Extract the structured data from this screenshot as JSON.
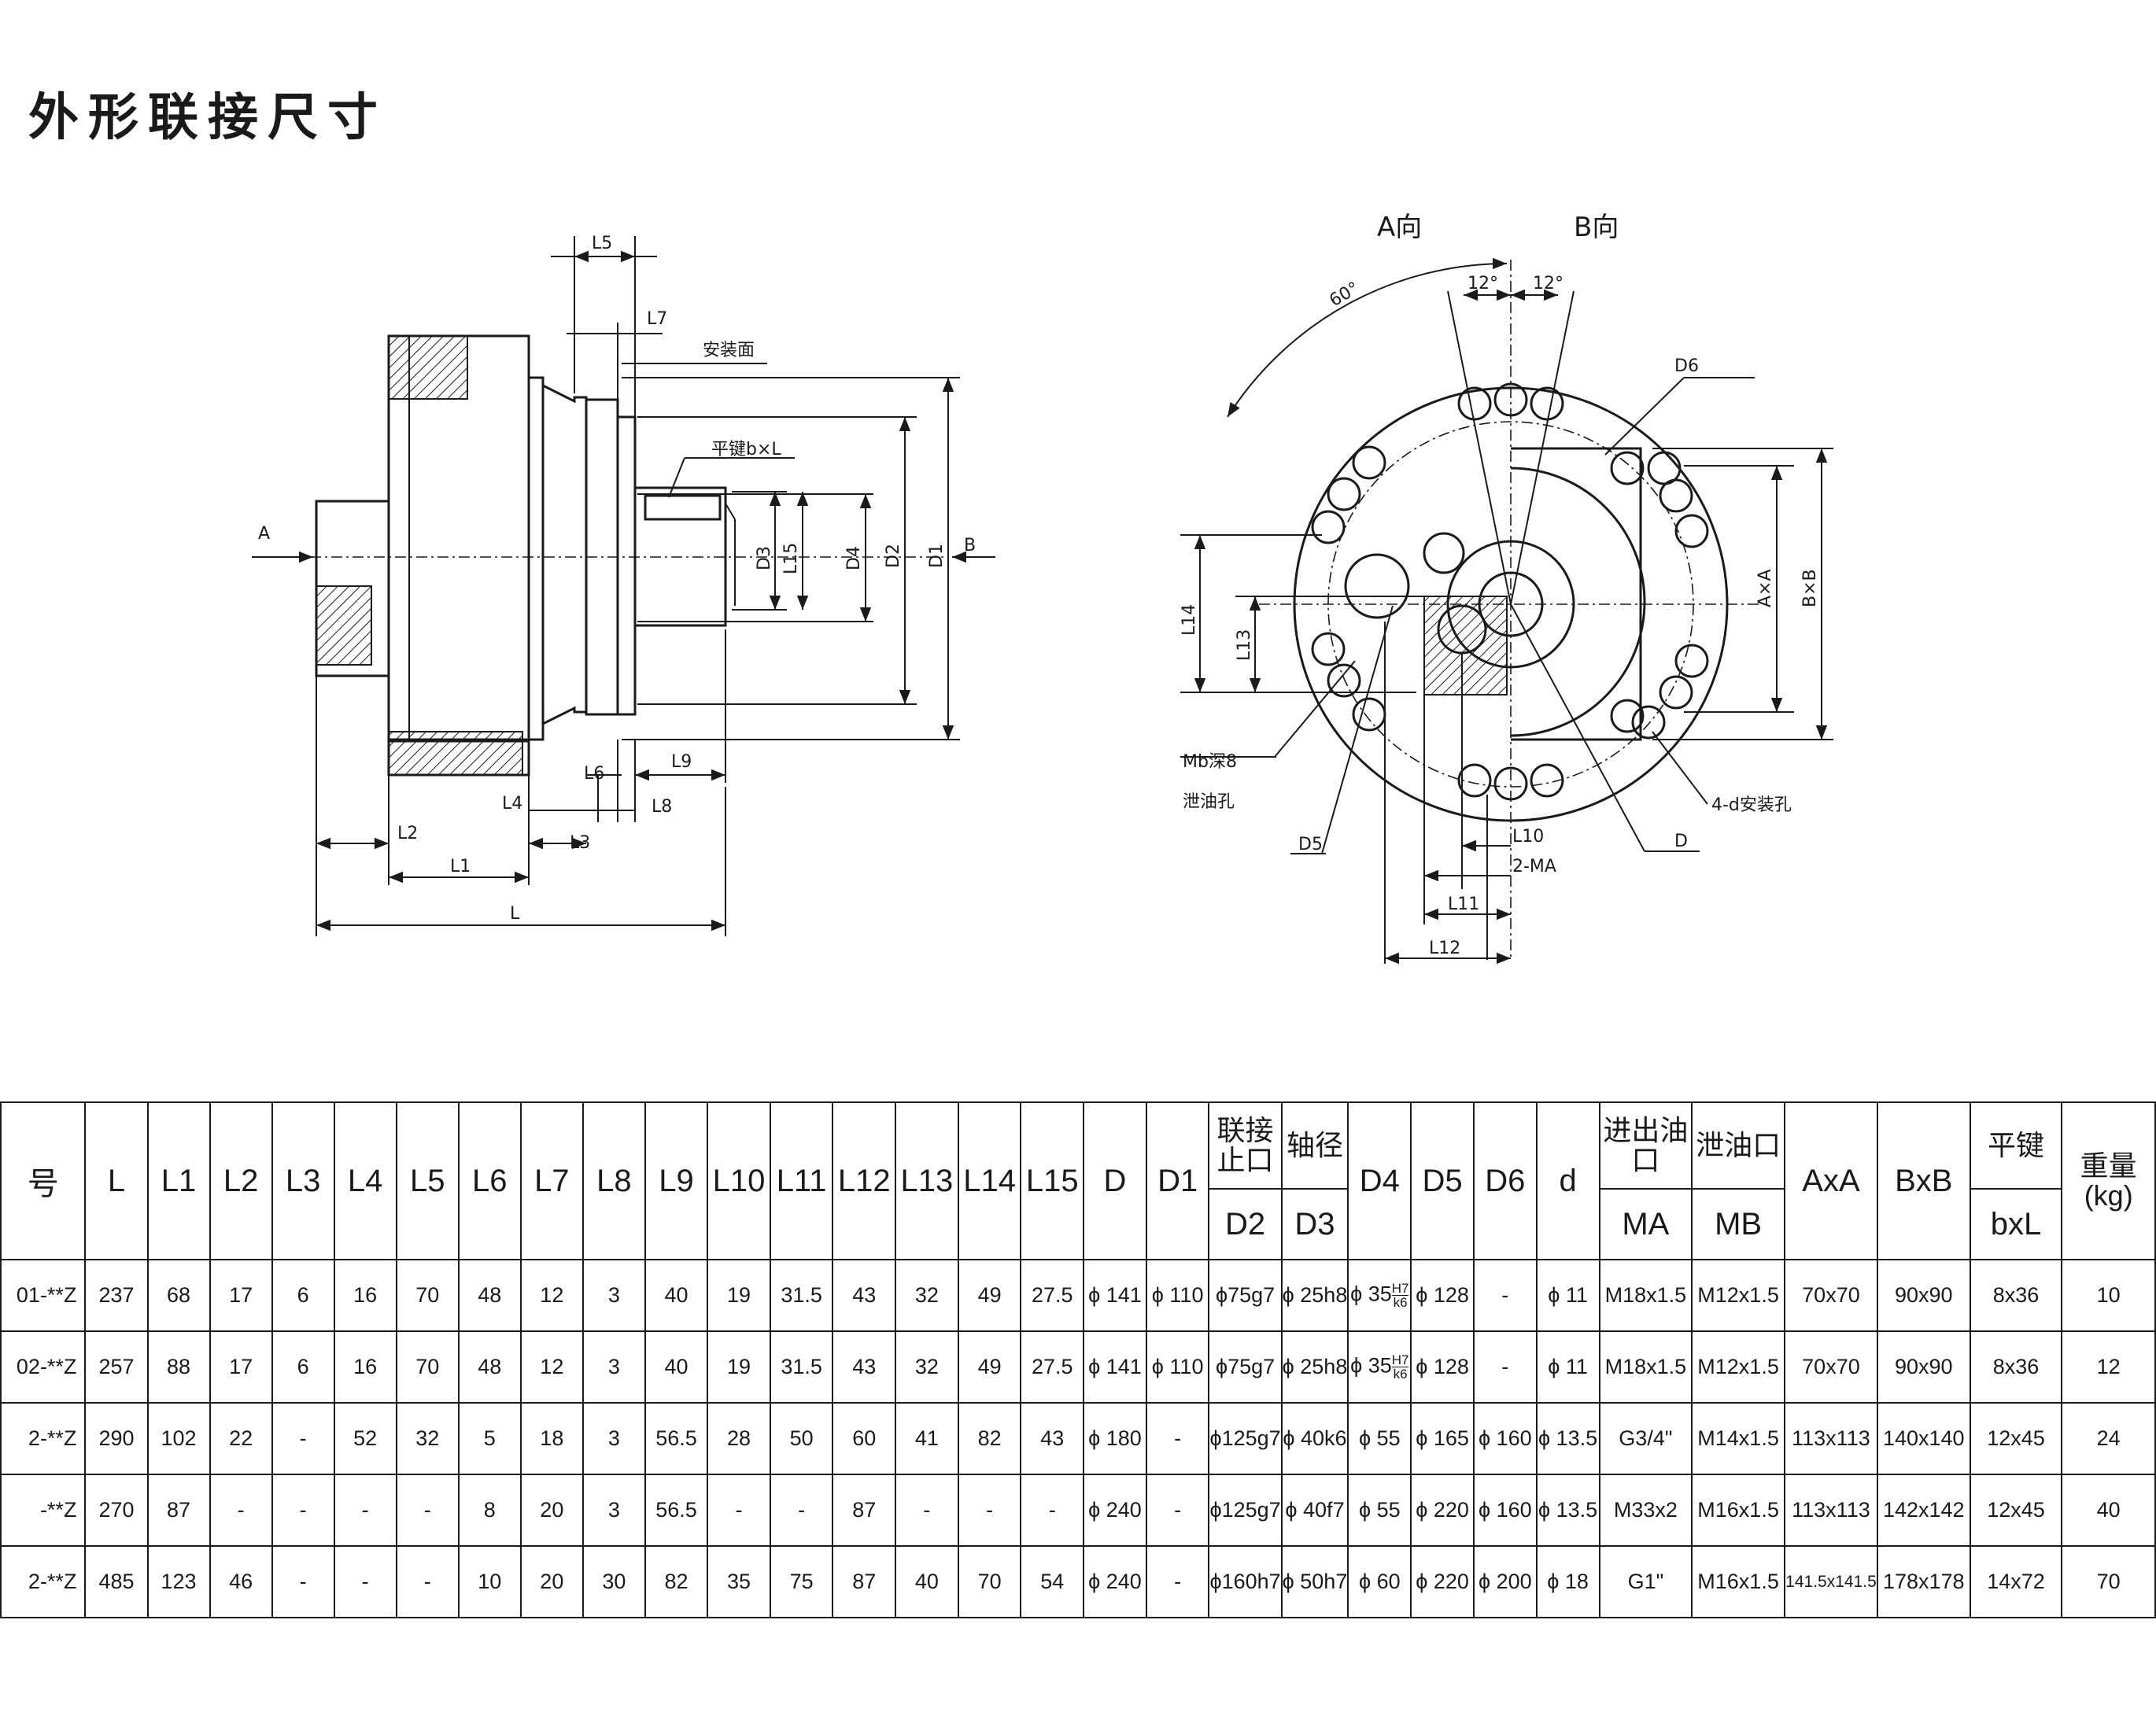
{
  "title": "外形联接尺寸",
  "side_view": {
    "labels": {
      "A": "A",
      "B": "B",
      "L": "L",
      "L1": "L1",
      "L2": "L2",
      "L3": "L3",
      "L4": "L4",
      "L5": "L5",
      "L6": "L6",
      "L7": "L7",
      "L8": "L8",
      "L9": "L9",
      "D": "D",
      "D1": "D1",
      "D2": "D2",
      "D3": "D3",
      "D4": "D4",
      "L15": "L15",
      "mount_face": "安装面",
      "key": "平键b×L"
    }
  },
  "front_view": {
    "labels": {
      "dir_A": "A向",
      "dir_B": "B向",
      "angle_60": "60°",
      "angle_12a": "12°",
      "angle_12b": "12°",
      "D6": "D6",
      "AxA": "A×A",
      "BxB": "B×B",
      "L14": "L14",
      "L13": "L13",
      "Mb": "Mb深8",
      "drain": "泄油孔",
      "D5": "D5",
      "mount_holes": "4-d安装孔",
      "L10": "L10",
      "MA": "2-MA",
      "D": "D",
      "L11": "L11",
      "L12": "L12"
    }
  },
  "table": {
    "headers": {
      "model": "号",
      "L": "L",
      "L1": "L1",
      "L2": "L2",
      "L3": "L3",
      "L4": "L4",
      "L5": "L5",
      "L6": "L6",
      "L7": "L7",
      "L8": "L8",
      "L9": "L9",
      "L10": "L10",
      "L11": "L11",
      "L12": "L12",
      "L13": "L13",
      "L14": "L14",
      "L15": "L15",
      "D": "D",
      "D1": "D1",
      "D2_top": "联接止口",
      "D3_top": "轴径",
      "D2": "D2",
      "D3": "D3",
      "D4": "D4",
      "D5": "D5",
      "D6": "D6",
      "d": "d",
      "MA_top": "进出油口",
      "MB_top": "泄油口",
      "MA": "MA",
      "MB": "MB",
      "AxA": "AxA",
      "BxB": "BxB",
      "key_top": "平键",
      "key": "bxL",
      "weight": "重量(kg)"
    },
    "rows": [
      {
        "model": "01-**Z",
        "L": "237",
        "L1": "68",
        "L2": "17",
        "L3": "6",
        "L4": "16",
        "L5": "70",
        "L6": "48",
        "L7": "12",
        "L8": "3",
        "L9": "40",
        "L10": "19",
        "L11": "31.5",
        "L12": "43",
        "L13": "32",
        "L14": "49",
        "L15": "27.5",
        "D": "ϕ 141",
        "D1": "ϕ 110",
        "D2": "ϕ75g7",
        "D3": "ϕ 25h8",
        "D4_pre": "ϕ 35",
        "D4_num": "H7",
        "D4_den": "k6",
        "D5": "ϕ 128",
        "D6": "-",
        "d": "ϕ 11",
        "MA": "M18x1.5",
        "MB": "M12x1.5",
        "AxA": "70x70",
        "BxB": "90x90",
        "key": "8x36",
        "weight": "10"
      },
      {
        "model": "02-**Z",
        "L": "257",
        "L1": "88",
        "L2": "17",
        "L3": "6",
        "L4": "16",
        "L5": "70",
        "L6": "48",
        "L7": "12",
        "L8": "3",
        "L9": "40",
        "L10": "19",
        "L11": "31.5",
        "L12": "43",
        "L13": "32",
        "L14": "49",
        "L15": "27.5",
        "D": "ϕ 141",
        "D1": "ϕ 110",
        "D2": "ϕ75g7",
        "D3": "ϕ 25h8",
        "D4_pre": "ϕ 35",
        "D4_num": "H7",
        "D4_den": "k6",
        "D5": "ϕ 128",
        "D6": "-",
        "d": "ϕ 11",
        "MA": "M18x1.5",
        "MB": "M12x1.5",
        "AxA": "70x70",
        "BxB": "90x90",
        "key": "8x36",
        "weight": "12"
      },
      {
        "model": "2-**Z",
        "L": "290",
        "L1": "102",
        "L2": "22",
        "L3": "-",
        "L4": "52",
        "L5": "32",
        "L6": "5",
        "L7": "18",
        "L8": "3",
        "L9": "56.5",
        "L10": "28",
        "L11": "50",
        "L12": "60",
        "L13": "41",
        "L14": "82",
        "L15": "43",
        "D": "ϕ 180",
        "D1": "-",
        "D2": "ϕ125g7",
        "D3": "ϕ 40k6",
        "D4_pre": "ϕ 55",
        "D4_num": "",
        "D4_den": "",
        "D5": "ϕ 165",
        "D6": "ϕ 160",
        "d": "ϕ 13.5",
        "MA": "G3/4\"",
        "MB": "M14x1.5",
        "AxA": "113x113",
        "BxB": "140x140",
        "key": "12x45",
        "weight": "24"
      },
      {
        "model": "-**Z",
        "L": "270",
        "L1": "87",
        "L2": "-",
        "L3": "-",
        "L4": "-",
        "L5": "-",
        "L6": "8",
        "L7": "20",
        "L8": "3",
        "L9": "56.5",
        "L10": "-",
        "L11": "-",
        "L12": "87",
        "L13": "-",
        "L14": "-",
        "L15": "-",
        "D": "ϕ 240",
        "D1": "-",
        "D2": "ϕ125g7",
        "D3": "ϕ 40f7",
        "D4_pre": "ϕ 55",
        "D4_num": "",
        "D4_den": "",
        "D5": "ϕ 220",
        "D6": "ϕ 160",
        "d": "ϕ 13.5",
        "MA": "M33x2",
        "MB": "M16x1.5",
        "AxA": "113x113",
        "BxB": "142x142",
        "key": "12x45",
        "weight": "40"
      },
      {
        "model": "2-**Z",
        "L": "485",
        "L1": "123",
        "L2": "46",
        "L3": "-",
        "L4": "-",
        "L5": "-",
        "L6": "10",
        "L7": "20",
        "L8": "30",
        "L9": "82",
        "L10": "35",
        "L11": "75",
        "L12": "87",
        "L13": "40",
        "L14": "70",
        "L15": "54",
        "D": "ϕ 240",
        "D1": "-",
        "D2": "ϕ160h7",
        "D3": "ϕ 50h7",
        "D4_pre": "ϕ 60",
        "D4_num": "",
        "D4_den": "",
        "D5": "ϕ 220",
        "D6": "ϕ 200",
        "d": "ϕ 18",
        "MA": "G1\"",
        "MB": "M16x1.5",
        "AxA": "141.5x141.5",
        "BxB": "178x178",
        "key": "14x72",
        "weight": "70"
      }
    ]
  }
}
